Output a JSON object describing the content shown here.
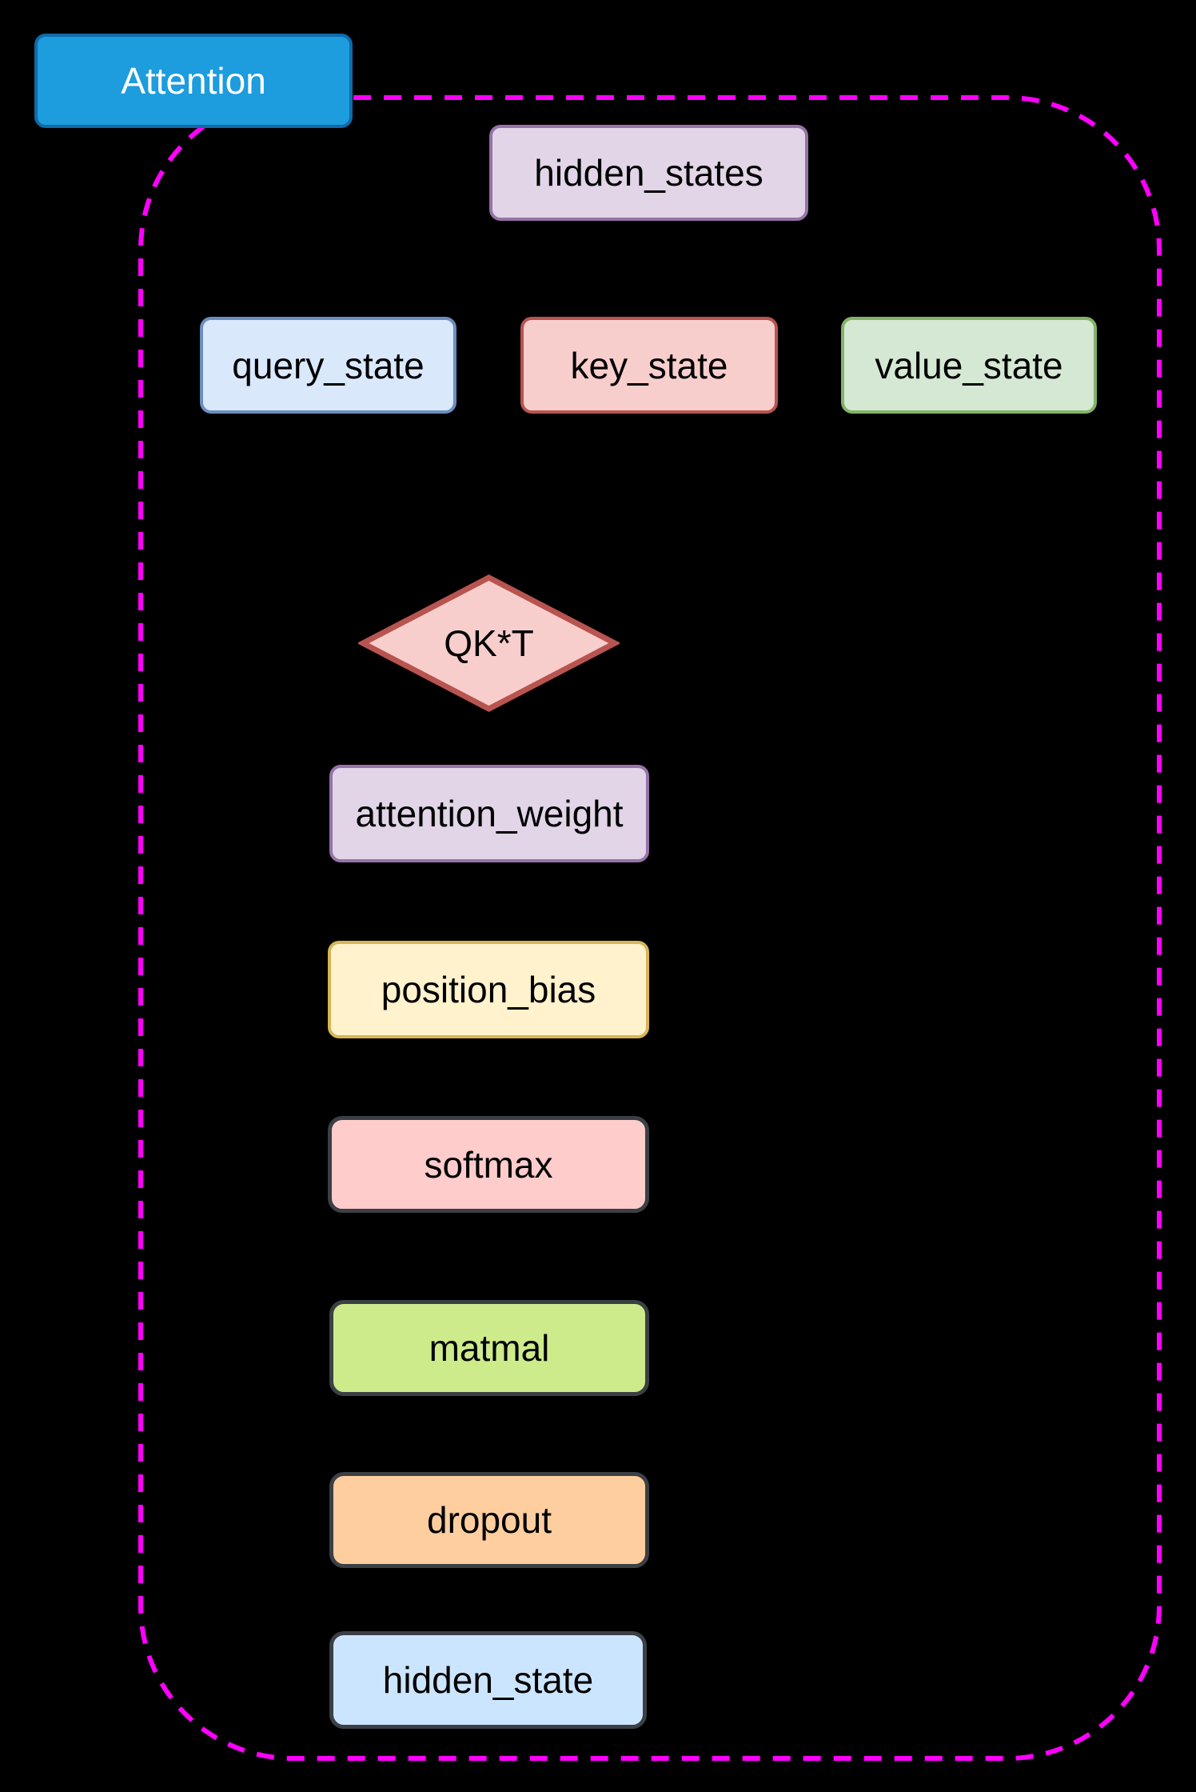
{
  "canvas": {
    "background": "#000000"
  },
  "container": {
    "name": "Attention module boundary",
    "border_color": "#FF00FF",
    "border_style": "dashed"
  },
  "nodes": {
    "attention": {
      "label": "Attention",
      "fill": "#1D9CDE",
      "stroke": "#0F6BA8",
      "text_color": "#FFFFFF"
    },
    "hidden_states": {
      "label": "hidden_states",
      "fill": "#E1D5E7",
      "stroke": "#9673A6",
      "text_color": "#000000"
    },
    "query_state": {
      "label": "query_state",
      "fill": "#DAE8FC",
      "stroke": "#6C8EBF",
      "text_color": "#000000"
    },
    "key_state": {
      "label": "key_state",
      "fill": "#F8CECC",
      "stroke": "#B85450",
      "text_color": "#000000"
    },
    "value_state": {
      "label": "value_state",
      "fill": "#D5E8D4",
      "stroke": "#82B366",
      "text_color": "#000000"
    },
    "qkt": {
      "label": "QK*T",
      "fill": "#F8CECC",
      "stroke": "#B85450",
      "text_color": "#000000"
    },
    "attention_weight": {
      "label": "attention_weight",
      "fill": "#E1D5E7",
      "stroke": "#9673A6",
      "text_color": "#000000"
    },
    "position_bias": {
      "label": "position_bias",
      "fill": "#FFF2CC",
      "stroke": "#D6B656",
      "text_color": "#000000"
    },
    "softmax": {
      "label": "softmax",
      "fill": "#FFCCCC",
      "stroke": "#3B4045",
      "text_color": "#000000"
    },
    "matmal": {
      "label": "matmal",
      "fill": "#CDEB8B",
      "stroke": "#3B4045",
      "text_color": "#000000"
    },
    "dropout": {
      "label": "dropout",
      "fill": "#FFCE9F",
      "stroke": "#3B4045",
      "text_color": "#000000"
    },
    "hidden_state": {
      "label": "hidden_state",
      "fill": "#CCE5FF",
      "stroke": "#3B4045",
      "text_color": "#000000"
    }
  }
}
